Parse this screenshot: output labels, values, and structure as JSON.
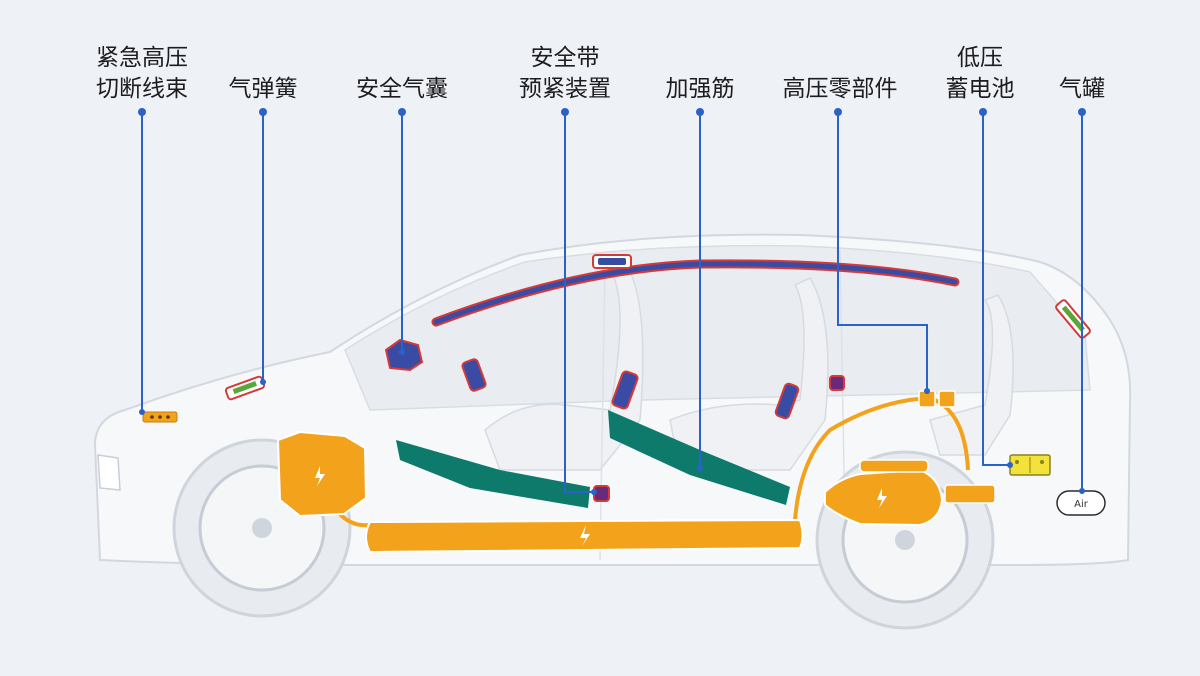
{
  "labels": {
    "hv_cutoff": [
      "紧急高压",
      "切断线束"
    ],
    "gas_spring": [
      "气弹簧"
    ],
    "airbag": [
      "安全气囊"
    ],
    "belt_pretensioner": [
      "安全带",
      "预紧装置"
    ],
    "reinforcement": [
      "加强筋"
    ],
    "hv_parts": [
      "高压零部件"
    ],
    "lv_battery": [
      "低压",
      "蓄电池"
    ],
    "gas_tank": [
      "气罐"
    ]
  },
  "tank_text": "Air",
  "colors": {
    "background": "#eef1f6",
    "car_body": "#f7f8fa",
    "car_outline": "#d3d8e0",
    "leader_line": "#2b62c6",
    "hv_orange": "#f3a21c",
    "airbag_blue": "#3a4ba3",
    "airbag_outline": "#d43a3a",
    "reinforcement_green": "#0d7a6c",
    "battery_yellow": "#f2e23a",
    "spring_green": "#5aa63a"
  },
  "icons": {
    "hv_component": "lightning-bolt-icon",
    "gas_tank": "gas-cylinder-icon"
  }
}
